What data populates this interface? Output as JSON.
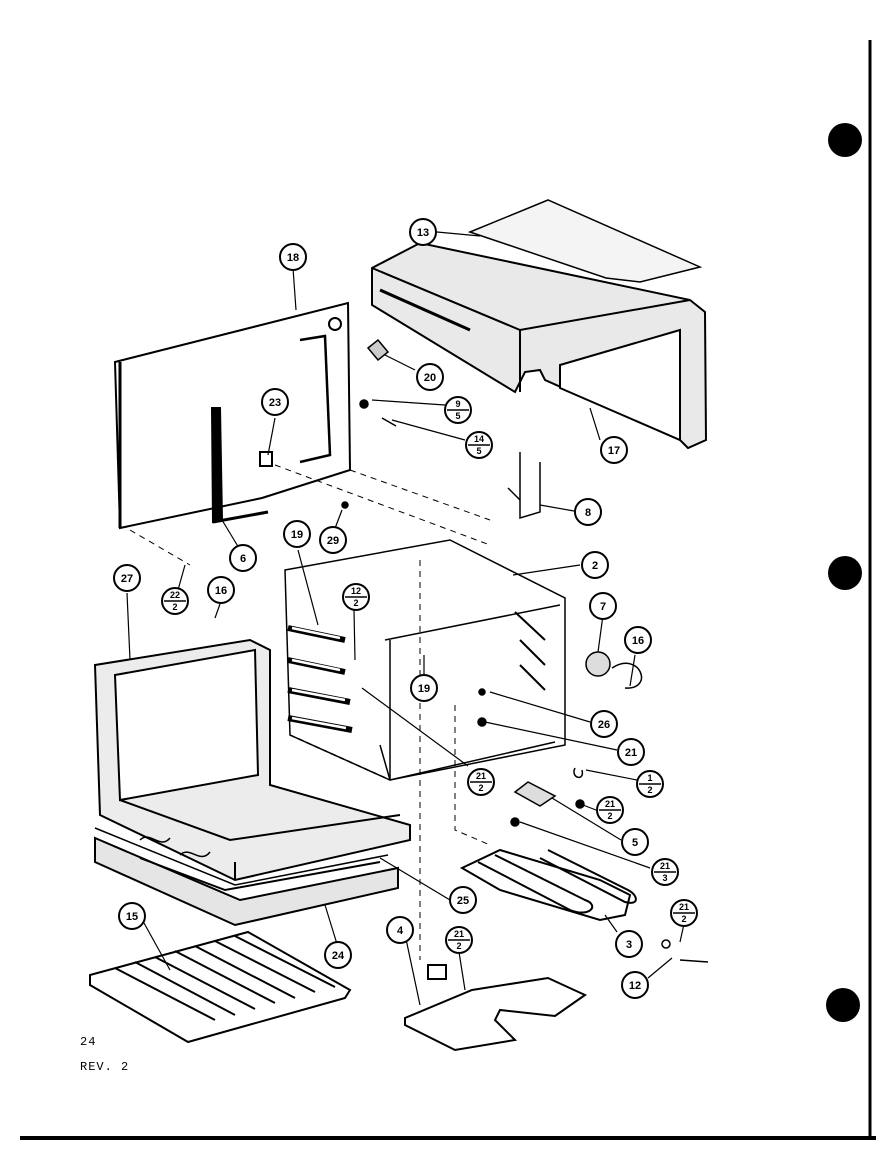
{
  "diagram": {
    "callouts": [
      {
        "id": "c18",
        "label": "18"
      },
      {
        "id": "c13",
        "label": "13"
      },
      {
        "id": "c20",
        "label": "20"
      },
      {
        "id": "c9-5",
        "top": "9",
        "bottom": "5"
      },
      {
        "id": "c14-5",
        "top": "14",
        "bottom": "5"
      },
      {
        "id": "c17",
        "label": "17"
      },
      {
        "id": "c23",
        "label": "23"
      },
      {
        "id": "c8",
        "label": "8"
      },
      {
        "id": "c6",
        "label": "6"
      },
      {
        "id": "c29",
        "label": "29"
      },
      {
        "id": "c19a",
        "label": "19"
      },
      {
        "id": "c2",
        "label": "2"
      },
      {
        "id": "c27",
        "label": "27"
      },
      {
        "id": "c22-2",
        "top": "22",
        "bottom": "2"
      },
      {
        "id": "c16a",
        "label": "16"
      },
      {
        "id": "c12-2",
        "top": "12",
        "bottom": "2"
      },
      {
        "id": "c7",
        "label": "7"
      },
      {
        "id": "c16b",
        "label": "16"
      },
      {
        "id": "c19b",
        "label": "19"
      },
      {
        "id": "c26",
        "label": "26"
      },
      {
        "id": "c21a",
        "label": "21"
      },
      {
        "id": "c21-2a",
        "top": "21",
        "bottom": "2"
      },
      {
        "id": "c1-2",
        "top": "1",
        "bottom": "2"
      },
      {
        "id": "c21-2b",
        "top": "21",
        "bottom": "2"
      },
      {
        "id": "c5",
        "label": "5"
      },
      {
        "id": "c21-3",
        "top": "21",
        "bottom": "3"
      },
      {
        "id": "c25",
        "label": "25"
      },
      {
        "id": "c15",
        "label": "15"
      },
      {
        "id": "c24",
        "label": "24"
      },
      {
        "id": "c4",
        "label": "4"
      },
      {
        "id": "c21-2c",
        "top": "21",
        "bottom": "2"
      },
      {
        "id": "c3",
        "label": "3"
      },
      {
        "id": "c21-2d",
        "top": "21",
        "bottom": "2"
      },
      {
        "id": "c12",
        "label": "12"
      }
    ]
  },
  "footer": {
    "page_number": "24",
    "revision": "REV. 2"
  }
}
